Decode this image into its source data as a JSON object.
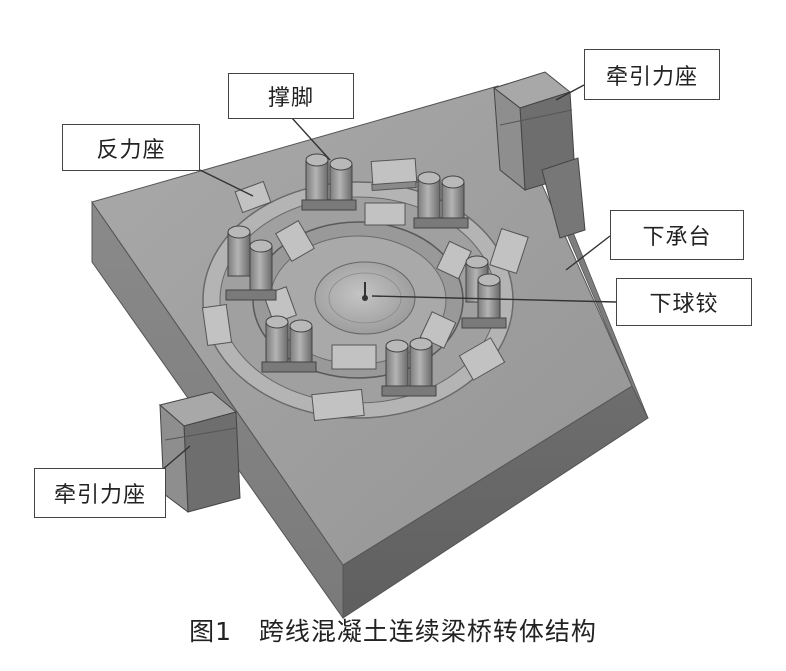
{
  "labels": {
    "traction_seat_top": "牵引力座",
    "strut": "撑脚",
    "reaction_seat": "反力座",
    "lower_cap": "下承台",
    "lower_ball_hinge": "下球铰",
    "traction_seat_bottom": "牵引力座"
  },
  "caption": {
    "figure_no": "图1",
    "title": "跨线混凝土连续梁桥转体结构"
  }
}
